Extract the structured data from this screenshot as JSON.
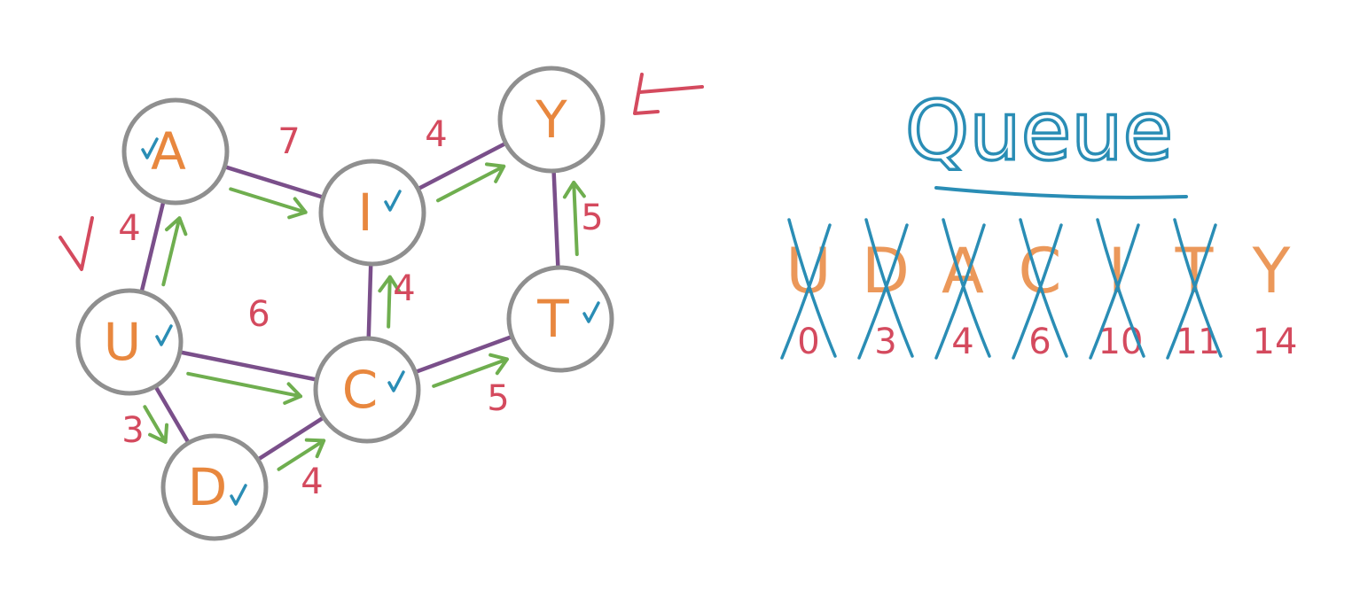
{
  "graph": {
    "nodes": [
      {
        "id": "A",
        "label": "A",
        "visited": true
      },
      {
        "id": "I",
        "label": "I",
        "visited": true
      },
      {
        "id": "Y",
        "label": "Y",
        "visited": false
      },
      {
        "id": "U",
        "label": "U",
        "visited": true
      },
      {
        "id": "C",
        "label": "C",
        "visited": true
      },
      {
        "id": "T",
        "label": "T",
        "visited": true
      },
      {
        "id": "D",
        "label": "D",
        "visited": true
      }
    ],
    "edges": [
      {
        "from": "U",
        "to": "A",
        "weight": "4"
      },
      {
        "from": "A",
        "to": "I",
        "weight": "7"
      },
      {
        "from": "I",
        "to": "Y",
        "weight": "4"
      },
      {
        "from": "Y",
        "to": "T",
        "weight": "5"
      },
      {
        "from": "I",
        "to": "C",
        "weight": "4"
      },
      {
        "from": "U",
        "to": "C",
        "weight": "6"
      },
      {
        "from": "C",
        "to": "T",
        "weight": "5"
      },
      {
        "from": "U",
        "to": "D",
        "weight": "3"
      },
      {
        "from": "D",
        "to": "C",
        "weight": "4"
      }
    ],
    "path_arrows": [
      [
        "U",
        "A"
      ],
      [
        "A",
        "I"
      ],
      [
        "I",
        "Y"
      ],
      [
        "T",
        "Y"
      ],
      [
        "C",
        "I"
      ],
      [
        "C",
        "T"
      ],
      [
        "U",
        "C"
      ],
      [
        "U",
        "D"
      ],
      [
        "D",
        "C"
      ]
    ],
    "start_node": "U",
    "target_node": "Y"
  },
  "queue": {
    "title": "Queue",
    "entries": [
      {
        "letter": "U",
        "distance": "0",
        "crossed": true
      },
      {
        "letter": "D",
        "distance": "3",
        "crossed": true
      },
      {
        "letter": "A",
        "distance": "4",
        "crossed": true
      },
      {
        "letter": "C",
        "distance": "6",
        "crossed": true
      },
      {
        "letter": "I",
        "distance": "10",
        "crossed": true
      },
      {
        "letter": "T",
        "distance": "11",
        "crossed": true
      },
      {
        "letter": "Y",
        "distance": "14",
        "crossed": false
      }
    ]
  },
  "colors": {
    "node_letter": "#e8873e",
    "weight": "#d44a5e",
    "check": "#2a8db5",
    "arrow": "#6fae4f",
    "edge": "#7a4f8a"
  }
}
